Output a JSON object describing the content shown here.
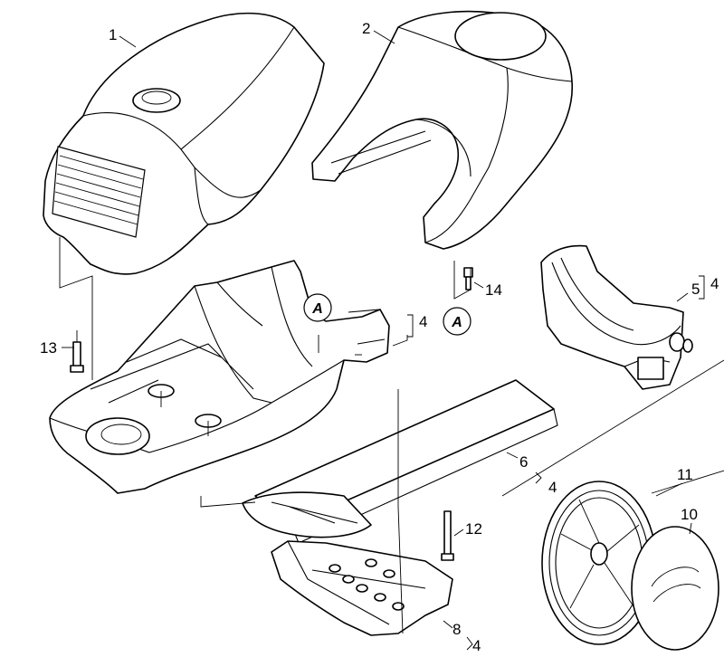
{
  "callouts": [
    {
      "id": "p1",
      "number": "1"
    },
    {
      "id": "p2",
      "number": "2"
    },
    {
      "id": "p4",
      "number": "4",
      "sub": ""
    },
    {
      "id": "p5",
      "number": "5",
      "sub": "4"
    },
    {
      "id": "p6",
      "number": "6",
      "sub": "4"
    },
    {
      "id": "p8",
      "number": "8",
      "sub": "4"
    },
    {
      "id": "p10",
      "number": "10"
    },
    {
      "id": "p11",
      "number": "11"
    },
    {
      "id": "p12",
      "number": "12"
    },
    {
      "id": "p13",
      "number": "13"
    },
    {
      "id": "p14",
      "number": "14"
    }
  ],
  "badges": {
    "badge_a_left": "A",
    "badge_a_right": "A"
  }
}
